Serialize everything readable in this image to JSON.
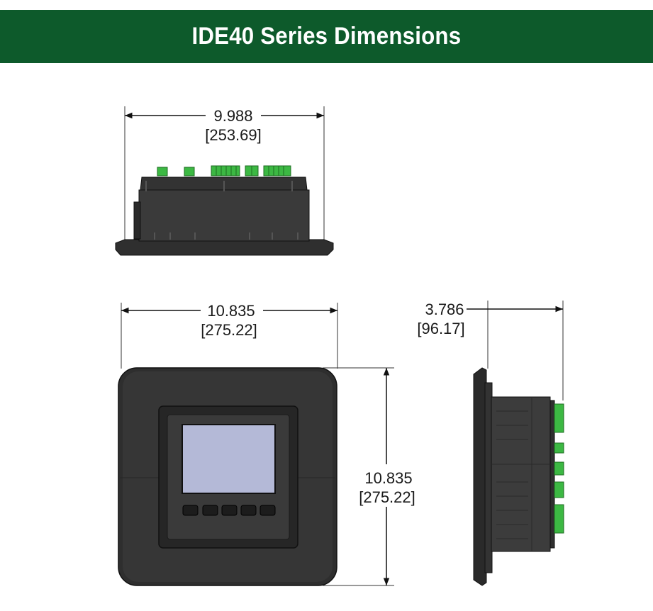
{
  "header": {
    "title": "IDE40 Series Dimensions"
  },
  "colors": {
    "header_bg": "#0d5a2b",
    "header_text": "#ffffff",
    "housing": "#3a3a3a",
    "connector": "#3cb843",
    "screen": "#b4b9d7"
  },
  "views": {
    "top_view": {
      "width_in": "9.988",
      "width_mm": "[253.69]"
    },
    "front_view": {
      "width_in": "10.835",
      "width_mm": "[275.22]",
      "height_in": "10.835",
      "height_mm": "[275.22]"
    },
    "side_view": {
      "depth_in": "3.786",
      "depth_mm": "[96.17]"
    }
  }
}
